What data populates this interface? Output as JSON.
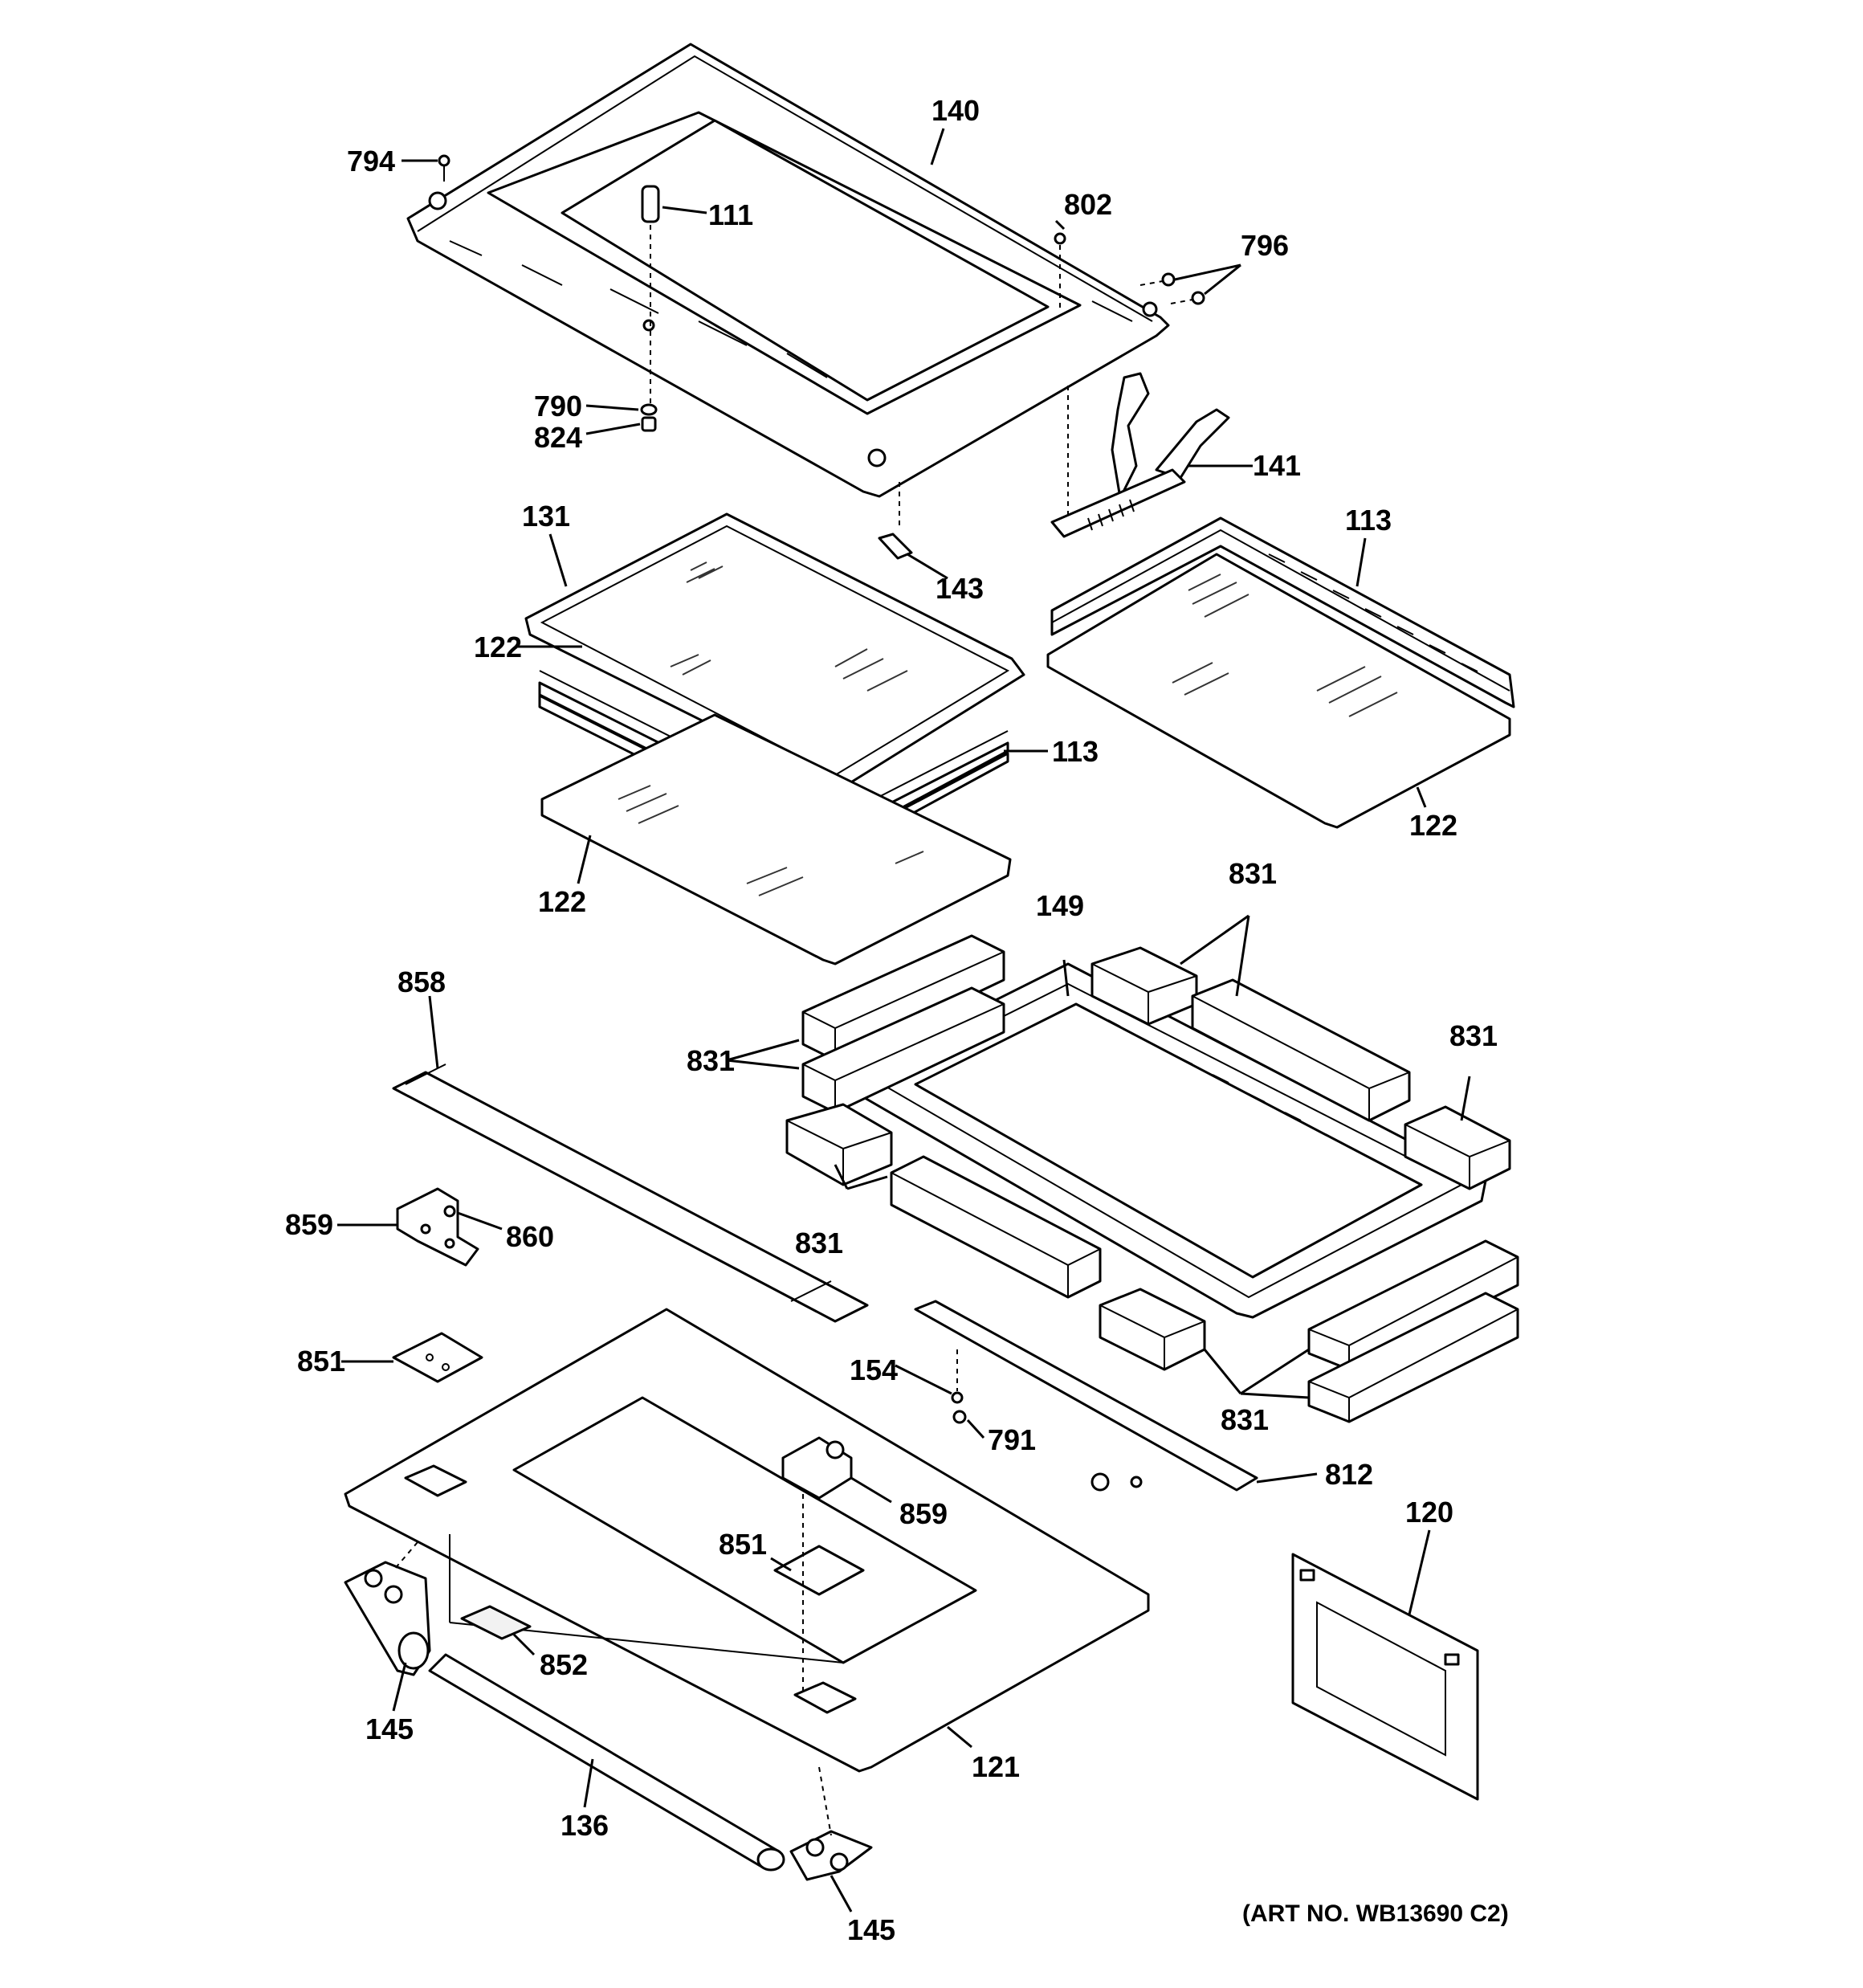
{
  "callouts": [
    {
      "id": "140",
      "text": "140"
    },
    {
      "id": "794",
      "text": "794"
    },
    {
      "id": "111",
      "text": "111"
    },
    {
      "id": "802",
      "text": "802"
    },
    {
      "id": "796",
      "text": "796"
    },
    {
      "id": "790",
      "text": "790"
    },
    {
      "id": "824",
      "text": "824"
    },
    {
      "id": "141",
      "text": "141"
    },
    {
      "id": "131",
      "text": "131"
    },
    {
      "id": "143",
      "text": "143"
    },
    {
      "id": "113a",
      "text": "113"
    },
    {
      "id": "122a",
      "text": "122"
    },
    {
      "id": "113b",
      "text": "113"
    },
    {
      "id": "122b",
      "text": "122"
    },
    {
      "id": "122c",
      "text": "122"
    },
    {
      "id": "831a",
      "text": "831"
    },
    {
      "id": "149",
      "text": "149"
    },
    {
      "id": "858",
      "text": "858"
    },
    {
      "id": "831b",
      "text": "831"
    },
    {
      "id": "831c",
      "text": "831"
    },
    {
      "id": "859a",
      "text": "859"
    },
    {
      "id": "860",
      "text": "860"
    },
    {
      "id": "831d",
      "text": "831"
    },
    {
      "id": "851a",
      "text": "851"
    },
    {
      "id": "154",
      "text": "154"
    },
    {
      "id": "831e",
      "text": "831"
    },
    {
      "id": "791",
      "text": "791"
    },
    {
      "id": "859b",
      "text": "859"
    },
    {
      "id": "812",
      "text": "812"
    },
    {
      "id": "851b",
      "text": "851"
    },
    {
      "id": "120",
      "text": "120"
    },
    {
      "id": "852",
      "text": "852"
    },
    {
      "id": "145a",
      "text": "145"
    },
    {
      "id": "121",
      "text": "121"
    },
    {
      "id": "136",
      "text": "136"
    },
    {
      "id": "145b",
      "text": "145"
    }
  ],
  "art_number": "(ART NO. WB13690 C2)"
}
